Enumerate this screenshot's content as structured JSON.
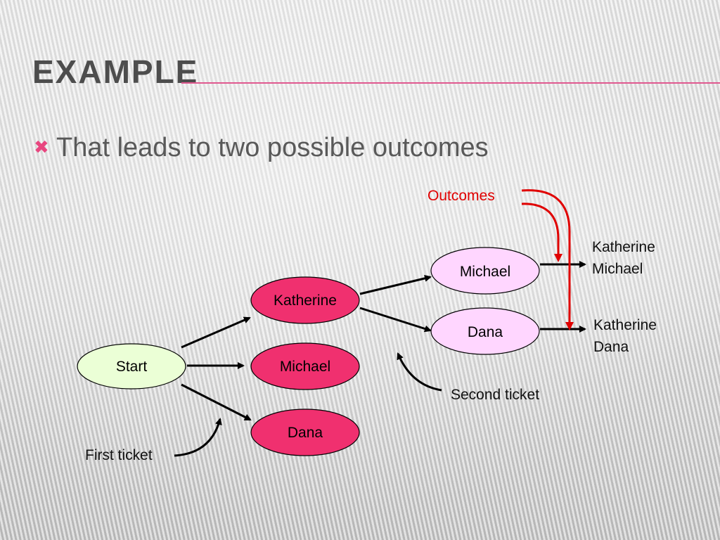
{
  "slide": {
    "title": "EXAMPLE",
    "bullet_icon": "cross-mark-icon",
    "bullet_text": "That leads to two possible outcomes"
  },
  "colors": {
    "accent": "#e0588f",
    "start_fill": "#ebffd6",
    "first_ticket_fill": "#f0306f",
    "second_ticket_fill": "#ffd6ff",
    "outcome_arrow": "#e00000"
  },
  "diagram": {
    "start": "Start",
    "first_ticket_nodes": [
      "Katherine",
      "Michael",
      "Dana"
    ],
    "second_ticket_nodes": [
      "Michael",
      "Dana"
    ],
    "outcomes_label": "Outcomes",
    "outcome_1": [
      "Katherine",
      "Michael"
    ],
    "outcome_2": [
      "Katherine",
      "Dana"
    ],
    "first_ticket_label": "First ticket",
    "second_ticket_label": "Second ticket"
  }
}
